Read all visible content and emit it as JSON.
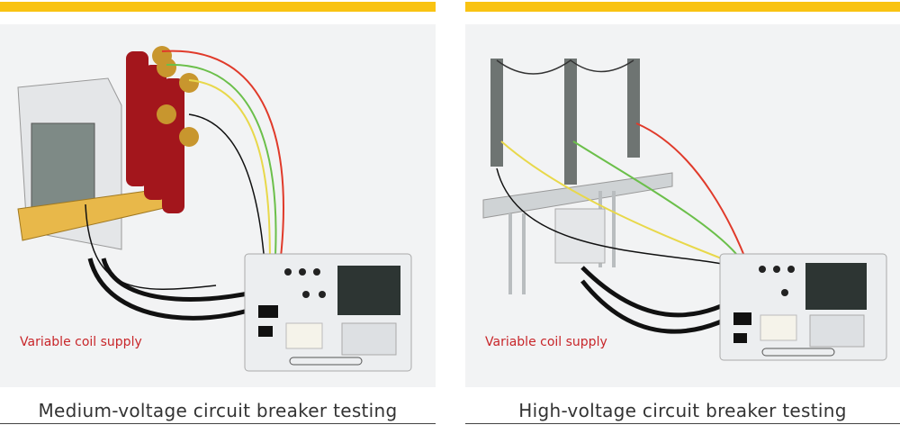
{
  "colors": {
    "accent_bar": "#f9c312",
    "panel_bg": "#f2f3f4",
    "label_red": "#c8262a",
    "wire_red": "#e03a2a",
    "wire_green": "#6bbf4a",
    "wire_yellow": "#e8d84a",
    "breaker_red": "#a3161c"
  },
  "panels": [
    {
      "label": "Variable coil supply",
      "caption": "Medium-voltage circuit breaker testing"
    },
    {
      "label": "Variable coil supply",
      "caption": "High-voltage circuit breaker testing"
    }
  ]
}
